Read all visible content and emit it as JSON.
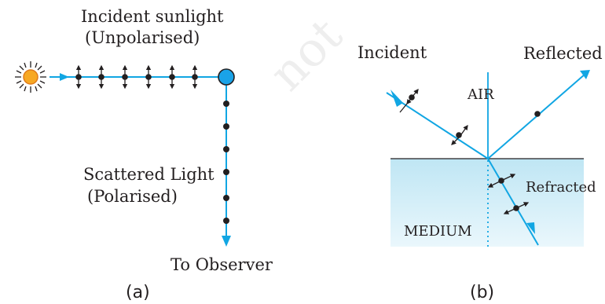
{
  "colors": {
    "ray": "#11a6e3",
    "ink": "#231f20",
    "sun_fill": "#f7a823",
    "sun_stroke": "#e07b1b",
    "scatter_dot": "#1aa3e8",
    "medium_top": "#bfe6f4",
    "medium_bottom": "#eaf7fc"
  },
  "icons": {
    "sun": "sun-icon",
    "scatterer": "scattering-particle-icon",
    "polarisation_both": "double-arrow-with-dot",
    "polarisation_dot": "dot"
  },
  "panel_a": {
    "incident_label_1": "Incident  sunlight",
    "incident_label_2": "(Unpolarised)",
    "scattered_label_1": "Scattered Light",
    "scattered_label_2": "(Polarised)",
    "observer_label": "To Observer",
    "caption": "(a)"
  },
  "panel_b": {
    "incident_label": "Incident",
    "reflected_label": "Reflected",
    "air_label": "AIR",
    "refracted_label": "Refracted",
    "medium_label": "MEDIUM",
    "caption": "(b)"
  }
}
